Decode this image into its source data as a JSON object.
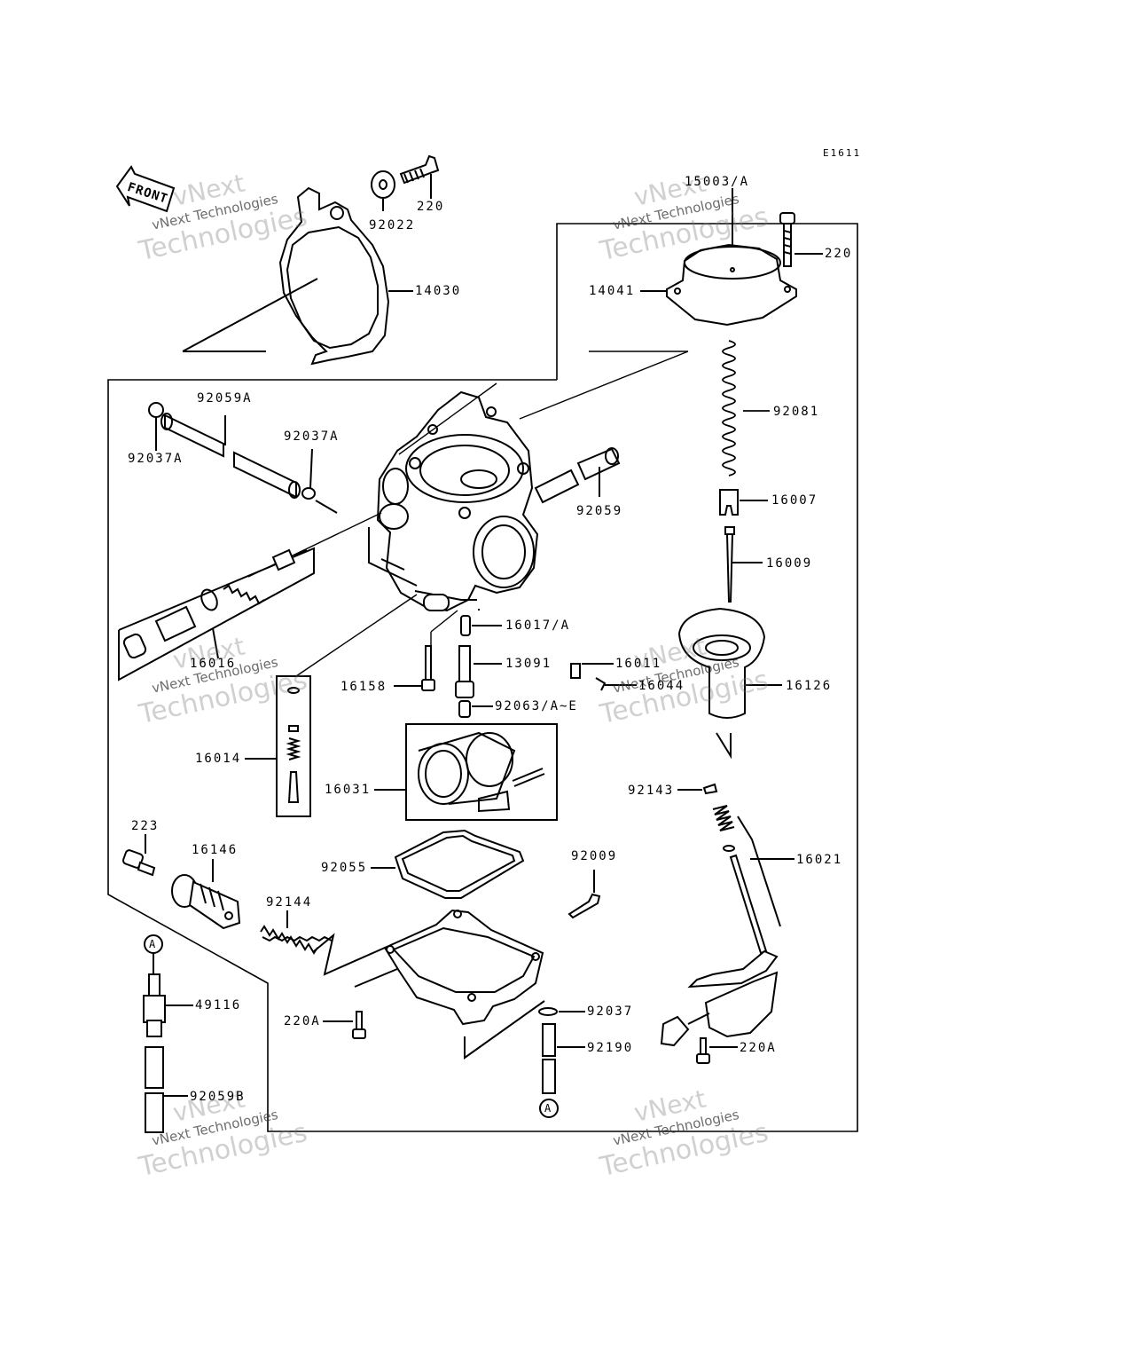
{
  "diagram_code": "E1611",
  "front_label": "FRONT",
  "watermark": {
    "line1": "vNext",
    "line2": "vNext Technologies",
    "line3": "Technologies"
  },
  "labels": {
    "p15003A": "15003/A",
    "p220_top": "220",
    "p92022": "92022",
    "p14030": "14030",
    "p220_cap": "220",
    "p14041": "14041",
    "p92059A": "92059A",
    "p92037A_r": "92037A",
    "p92037A_l": "92037A",
    "p92081": "92081",
    "p92059": "92059",
    "p16007": "16007",
    "p16009": "16009",
    "p16017A": "16017/A",
    "p16016": "16016",
    "p13091": "13091",
    "p16011": "16011",
    "p16044": "16044",
    "p16126": "16126",
    "p16158": "16158",
    "p92063AE": "92063/A~E",
    "p16014": "16014",
    "p16031": "16031",
    "p92143": "92143",
    "p223": "223",
    "p16146": "16146",
    "p92055": "92055",
    "p92009": "92009",
    "p16021": "16021",
    "p92144": "92144",
    "p49116": "49116",
    "p220A_l": "220A",
    "p92037": "92037",
    "p92190": "92190",
    "p220A_r": "220A",
    "p92059B": "92059B",
    "ref_a_top": "A",
    "ref_a_bottom": "A"
  }
}
